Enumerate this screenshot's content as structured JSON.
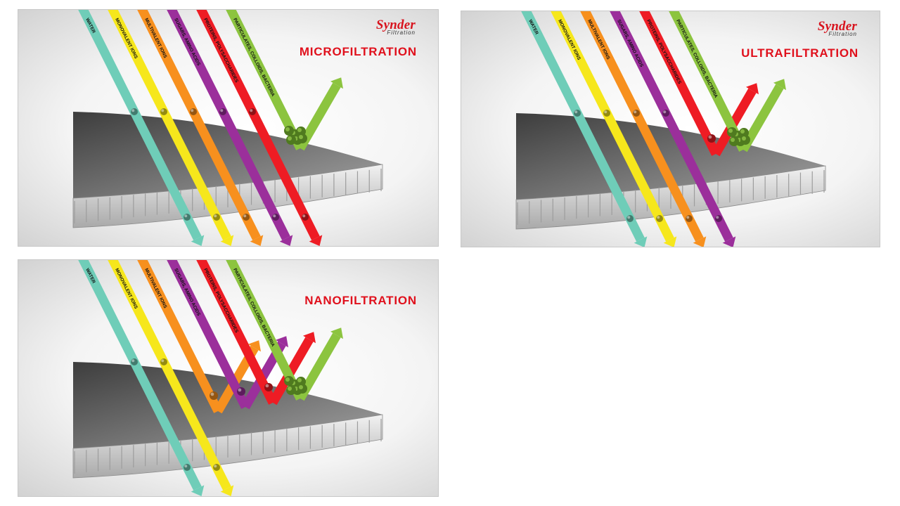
{
  "brand": {
    "name": "Synder",
    "sub": "Filtration"
  },
  "streams": [
    {
      "label": "WATER",
      "color": "#6fcdb8"
    },
    {
      "label": "MONOVALENT IONS",
      "color": "#f6e71c"
    },
    {
      "label": "MULTIVALENT IONS",
      "color": "#f7901e"
    },
    {
      "label": "SUGARS, AMINO ACIDS",
      "color": "#9b2f9b"
    },
    {
      "label": "PROTEINS, POLYSACCHARIDES",
      "color": "#ee1c24"
    },
    {
      "label": "PARTICULATES, COLLOIDS, BACTERIA",
      "color": "#8cc43f"
    }
  ],
  "panels": [
    {
      "id": "mf",
      "title": "MICROFILTRATION",
      "show_logo": true,
      "passing_streams": 5
    },
    {
      "id": "uf",
      "title": "ULTRAFILTRATION",
      "show_logo": true,
      "passing_streams": 4
    },
    {
      "id": "nf",
      "title": "NANOFILTRATION",
      "show_logo": false,
      "passing_streams": 2
    }
  ]
}
